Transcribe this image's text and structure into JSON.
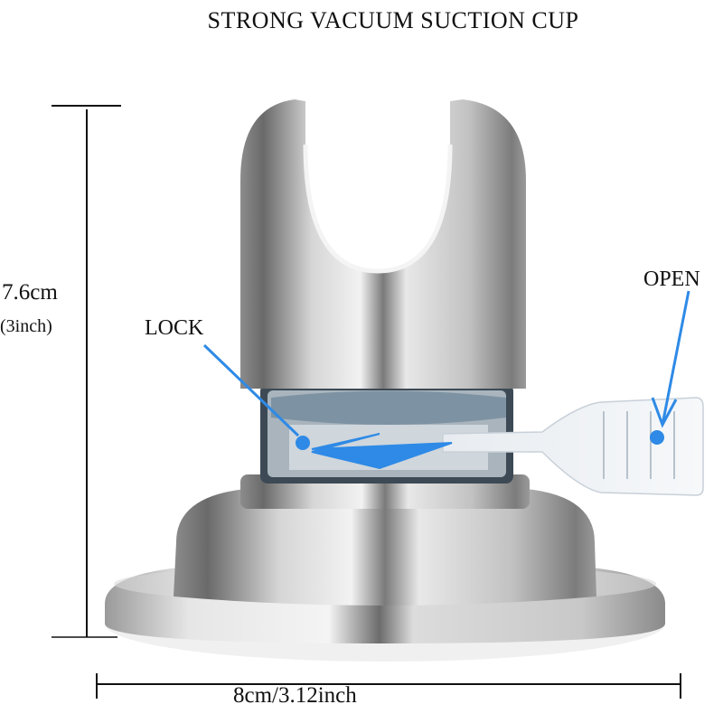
{
  "title": "STRONG VACUUM SUCTION CUP",
  "dimensions": {
    "height_cm": "7.6cm",
    "height_inch": "(3inch)",
    "width": "8cm/3.12inch"
  },
  "callouts": {
    "lock": "LOCK",
    "open": "OPEN"
  },
  "colors": {
    "arrow_accent": "#2e8ae6",
    "metal_mid": "#b8b8b8",
    "metal_dark": "#6e6e6e",
    "seal_gray_blue": "#7d93a3",
    "text": "#111111"
  },
  "icons": {
    "lock_arrow": "arrow-left-icon",
    "open_arrow": "arrow-down-icon"
  }
}
